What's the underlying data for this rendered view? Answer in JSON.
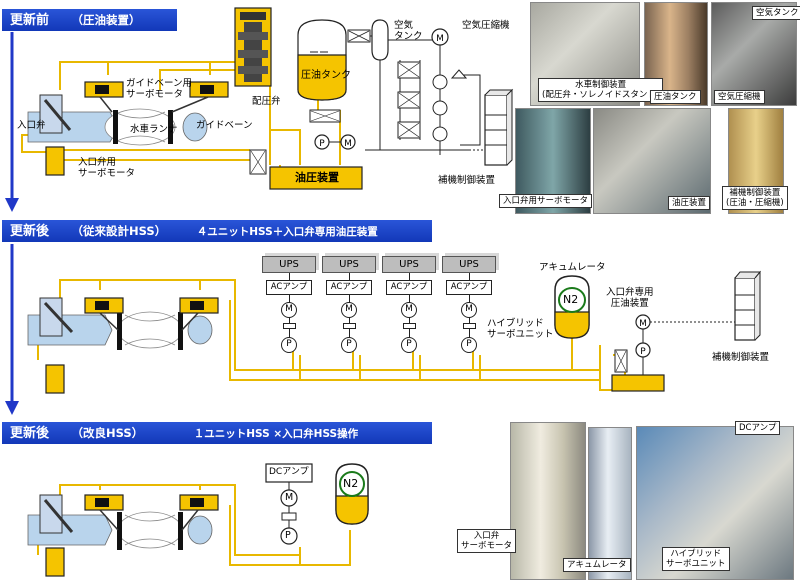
{
  "sections": [
    {
      "title": "更新前",
      "subtitle": "（圧油装置）"
    },
    {
      "title": "更新後",
      "subtitle": "（従来設計HSS）",
      "note": "４ユニットHSS＋入口弁専用油圧装置"
    },
    {
      "title": "更新後",
      "subtitle": "（改良HSS）",
      "note": "１ユニットHSS ×入口弁HSS操作"
    }
  ],
  "diagram1": {
    "inlet_valve": "入口弁",
    "guide_vane_servo": "ガイドベーン用\nサーボモータ",
    "runner": "水車ランナ",
    "guide_vane": "ガイドベーン",
    "inlet_servo": "入口弁用\nサーボモータ",
    "distributor_valve": "配圧弁",
    "oil_tank": "圧油タンク",
    "air_tank": "空気\nタンク",
    "air_compressor": "空気圧縮機",
    "oil_unit": "油圧装置",
    "aux_panel": "補機制御装置"
  },
  "diagram2": {
    "ups": [
      "UPS",
      "UPS",
      "UPS",
      "UPS"
    ],
    "ac_amp": [
      "ACアンプ",
      "ACアンプ",
      "ACアンプ",
      "ACアンプ"
    ],
    "motor": "M",
    "pump": "P",
    "hybrid_unit": "ハイブリッド\nサーボユニット",
    "accumulator": "アキュムレータ",
    "n2": "N2",
    "inlet_oil_unit": "入口弁専用\n圧油装置",
    "aux_panel": "補機制御装置"
  },
  "diagram3": {
    "dc_amp": "DCアンプ",
    "motor": "M",
    "pump": "P",
    "n2": "N2"
  },
  "photos_top": {
    "governor_panel": "水車制御装置\n(配圧弁・ソレノイドスタンド)",
    "oil_tank": "圧油タンク",
    "air_tank": "空気タンク",
    "air_compressor": "空気圧縮機",
    "inlet_servo": "入口弁用サーボモータ",
    "oil_unit": "油圧装置",
    "aux_panel": "補機制御装置\n(圧油・圧縮機)"
  },
  "photos_bottom": {
    "inlet_servo": "入口弁\nサーボモータ",
    "accumulator": "アキュムレータ",
    "hybrid_unit": "ハイブリッド\nサーボユニット",
    "dc_amp": "DCアンプ"
  },
  "colors": {
    "oil": "#f5c400",
    "pipe": "#e8b800",
    "banner": "#1f45c8",
    "arrow": "#2038c8",
    "water": "#b9d4ec"
  }
}
